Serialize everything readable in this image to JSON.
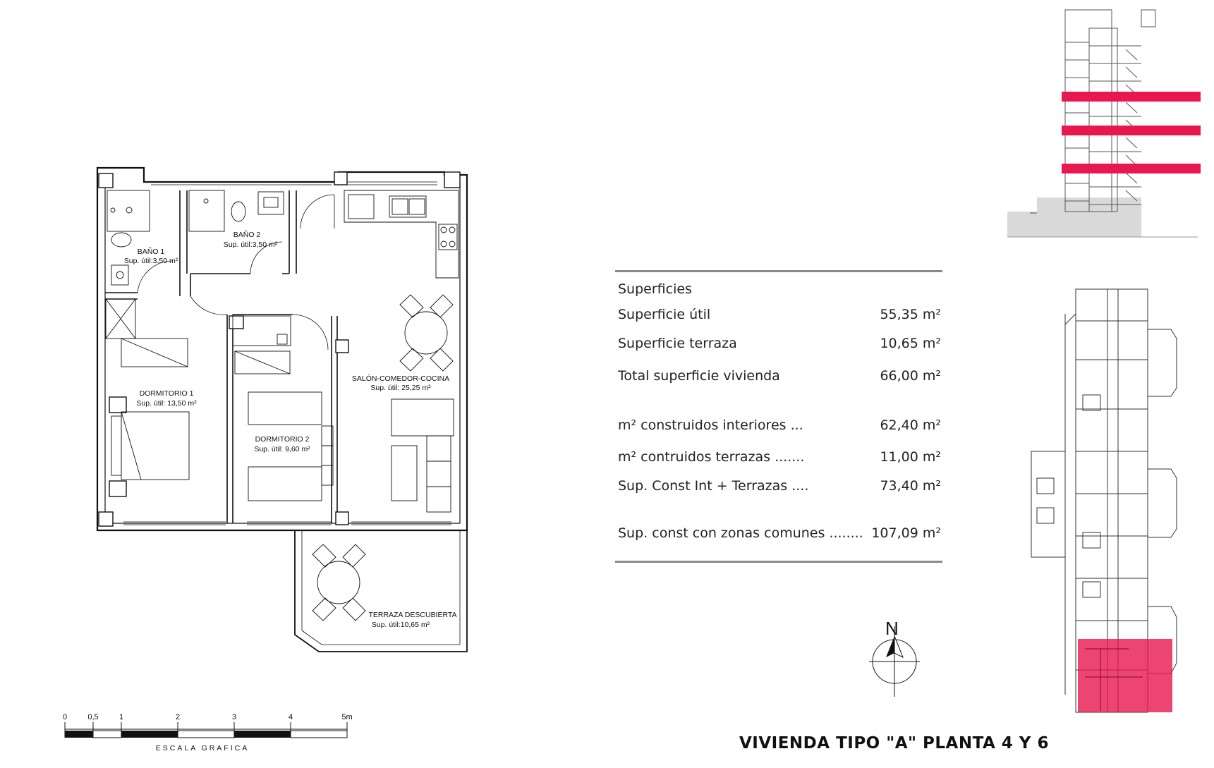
{
  "rooms": {
    "bano1": {
      "name": "BAÑO 1",
      "area": "Sup. útil:3,50 m²"
    },
    "bano2": {
      "name": "BAÑO 2",
      "area": "Sup. útil:3,50 m²"
    },
    "dormitorio1": {
      "name": "DORMITORIO 1",
      "area": "Sup. útil: 13,50 m²"
    },
    "dormitorio2": {
      "name": "DORMITORIO 2",
      "area": "Sup. útil: 9,60 m²"
    },
    "salon": {
      "name": "SALÓN-COMEDOR-COCINA",
      "area": "Sup. útil: 25,25 m²"
    },
    "terraza": {
      "name": "TERRAZA DESCUBIERTA",
      "area": "Sup. útil:10,65 m²"
    }
  },
  "scale": {
    "ticks": [
      "0",
      "0,5",
      "1",
      "2",
      "3",
      "4",
      "5m"
    ],
    "caption": "ESCALA GRAFICA"
  },
  "north": {
    "letter": "N"
  },
  "surfaces": {
    "title": "Superficies",
    "rows": [
      {
        "label": "Superficie útil",
        "value": "55,35 m²"
      },
      {
        "label": "Superficie terraza",
        "value": "10,65 m²"
      },
      {
        "label": "Total superficie vivienda",
        "value": "66,00 m²"
      },
      {
        "label": "m² construidos interiores ...",
        "value": "62,40 m²"
      },
      {
        "label": "m² contruidos terrazas .......",
        "value": "11,00 m²"
      },
      {
        "label": "Sup. Const Int + Terrazas ....",
        "value": "73,40 m²"
      },
      {
        "label": "Sup. const con zonas comunes ........",
        "value": "107,09 m²"
      }
    ]
  },
  "title": "VIVIENDA TIPO \"A\" PLANTA 4 Y 6",
  "colors": {
    "highlight": "#e8174f",
    "wall": "#111111",
    "muted": "#8a8a8a"
  }
}
